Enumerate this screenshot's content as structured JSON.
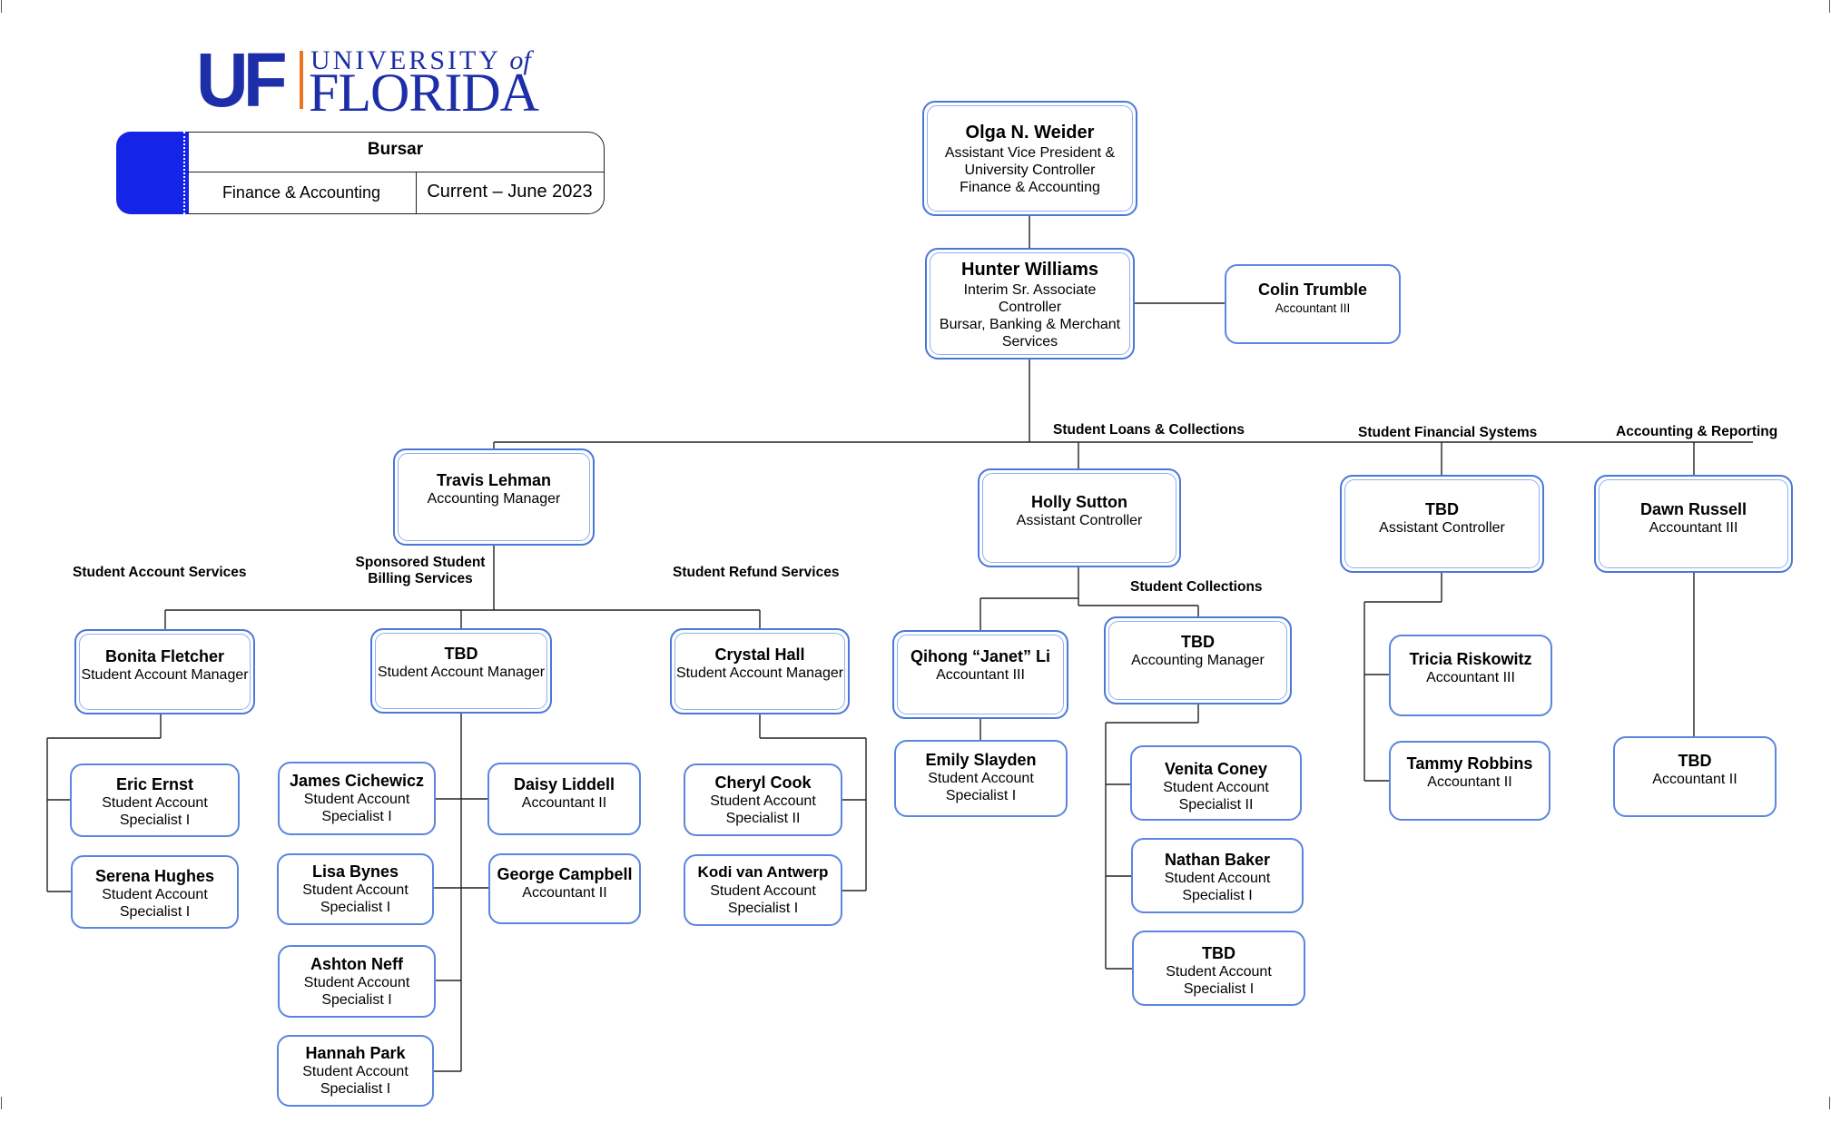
{
  "logo": {
    "uf": "UF",
    "university": "UNIVERSITY",
    "of": "of",
    "florida": "FLORIDA"
  },
  "header": {
    "title": "Bursar",
    "department": "Finance & Accounting",
    "date": "Current – June 2023"
  },
  "sections": {
    "loans": "Student Loans & Collections",
    "systems": "Student Financial Systems",
    "reporting": "Accounting & Reporting",
    "account_services": "Student Account Services",
    "sponsored_billing_1": "Sponsored Student",
    "sponsored_billing_2": "Billing Services",
    "refund": "Student Refund Services",
    "collections": "Student Collections"
  },
  "people": {
    "olga": {
      "name": "Olga N. Weider",
      "title": [
        "Assistant Vice President &",
        "University Controller",
        "Finance & Accounting"
      ]
    },
    "hunter": {
      "name": "Hunter Williams",
      "title": [
        "Interim Sr. Associate",
        "Controller",
        "Bursar, Banking & Merchant",
        "Services"
      ]
    },
    "colin": {
      "name": "Colin Trumble",
      "title": [
        "Accountant III"
      ]
    },
    "travis": {
      "name": "Travis Lehman",
      "title": [
        "Accounting Manager"
      ]
    },
    "holly": {
      "name": "Holly Sutton",
      "title": [
        "Assistant Controller"
      ]
    },
    "tbd_ac": {
      "name": "TBD",
      "title": [
        "Assistant Controller"
      ]
    },
    "dawn": {
      "name": "Dawn Russell",
      "title": [
        "Accountant III"
      ]
    },
    "bonita": {
      "name": "Bonita Fletcher",
      "title": [
        "Student Account Manager"
      ]
    },
    "tbd_sam": {
      "name": "TBD",
      "title": [
        "Student Account Manager"
      ]
    },
    "crystal": {
      "name": "Crystal Hall",
      "title": [
        "Student Account Manager"
      ]
    },
    "janet": {
      "name": "Qihong “Janet” Li",
      "title": [
        "Accountant III"
      ]
    },
    "tbd_am": {
      "name": "TBD",
      "title": [
        "Accounting Manager"
      ]
    },
    "emily": {
      "name": "Emily Slayden",
      "title": [
        "Student Account",
        "Specialist I"
      ]
    },
    "eric": {
      "name": "Eric Ernst",
      "title": [
        "Student Account",
        "Specialist I"
      ]
    },
    "serena": {
      "name": "Serena Hughes",
      "title": [
        "Student Account",
        "Specialist I"
      ]
    },
    "james": {
      "name": "James Cichewicz",
      "title": [
        "Student Account",
        "Specialist I"
      ]
    },
    "lisa": {
      "name": "Lisa Bynes",
      "title": [
        "Student Account",
        "Specialist I"
      ]
    },
    "ashton": {
      "name": "Ashton Neff",
      "title": [
        "Student Account",
        "Specialist I"
      ]
    },
    "hannah": {
      "name": "Hannah Park",
      "title": [
        "Student Account",
        "Specialist I"
      ]
    },
    "daisy": {
      "name": "Daisy Liddell",
      "title": [
        "Accountant II"
      ]
    },
    "george": {
      "name": "George Campbell",
      "title": [
        "Accountant II"
      ]
    },
    "cheryl": {
      "name": "Cheryl Cook",
      "title": [
        "Student Account",
        "Specialist II"
      ]
    },
    "kodi": {
      "name": "Kodi van Antwerp",
      "title": [
        "Student Account",
        "Specialist I"
      ]
    },
    "venita": {
      "name": "Venita Coney",
      "title": [
        "Student Account",
        "Specialist II"
      ]
    },
    "nathan": {
      "name": "Nathan Baker",
      "title": [
        "Student Account",
        "Specialist I"
      ]
    },
    "tbd_sas": {
      "name": "TBD",
      "title": [
        "Student Account",
        "Specialist I"
      ]
    },
    "tricia": {
      "name": "Tricia Riskowitz",
      "title": [
        "Accountant III"
      ]
    },
    "tammy": {
      "name": "Tammy Robbins",
      "title": [
        "Accountant II"
      ]
    },
    "tbd_acc2": {
      "name": "TBD",
      "title": [
        "Accountant II"
      ]
    }
  },
  "colors": {
    "brand_blue": "#1d2fa8",
    "brand_orange": "#e6761f",
    "tab_blue": "#1525e8",
    "box_border": "#4a78d8"
  }
}
